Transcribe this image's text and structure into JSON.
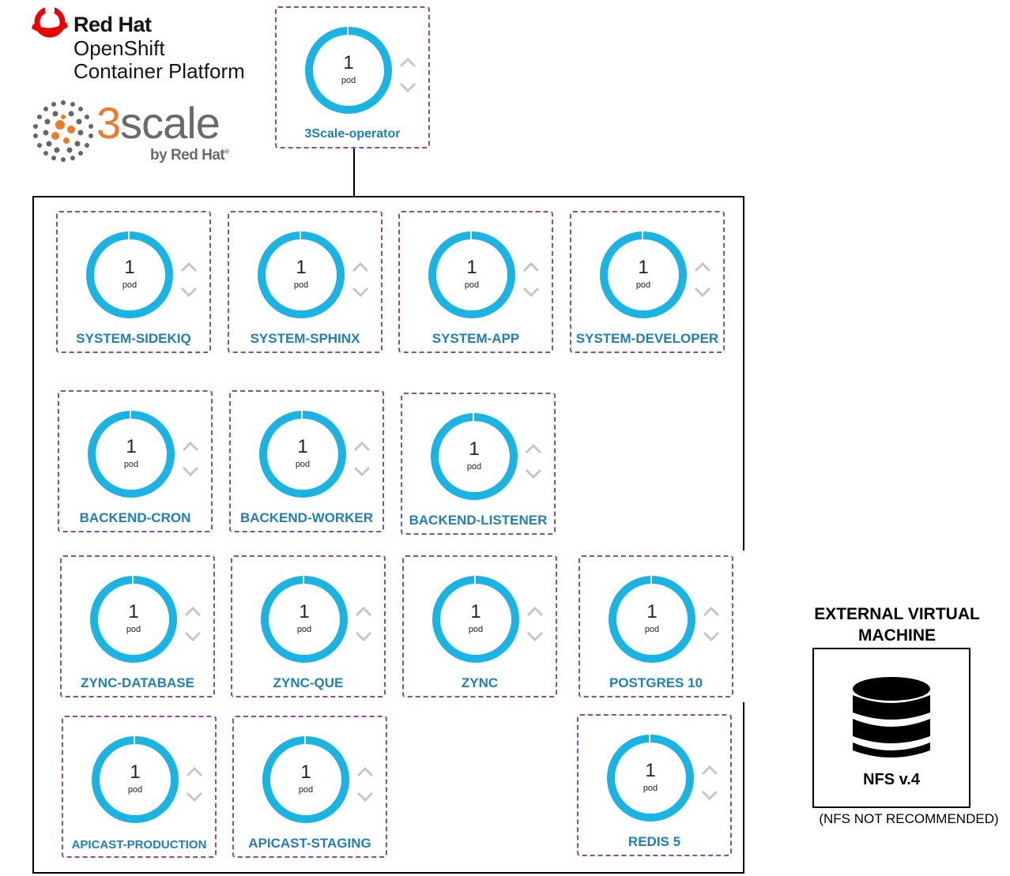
{
  "logos": {
    "redhat_brand": "Red Hat",
    "redhat_product_line1": "OpenShift",
    "redhat_product_line2": "Container Platform",
    "scale_word_prefix": "3",
    "scale_word_suffix": "scale",
    "scale_byline": "by Red Hat",
    "scale_reg": "®"
  },
  "colors": {
    "ring": "#19b4e3",
    "label": "#1f7fb8",
    "dashed_border": "#8e4b9c",
    "logo_red": "#ee0000",
    "logo_orange": "#ee7b22"
  },
  "operator": {
    "count": "1",
    "unit": "pod",
    "label": "3Scale-operator"
  },
  "pods": [
    {
      "count": "1",
      "unit": "pod",
      "label": "SYSTEM-SIDEKIQ"
    },
    {
      "count": "1",
      "unit": "pod",
      "label": "SYSTEM-SPHINX"
    },
    {
      "count": "1",
      "unit": "pod",
      "label": "SYSTEM-APP"
    },
    {
      "count": "1",
      "unit": "pod",
      "label": "SYSTEM-DEVELOPER"
    },
    {
      "count": "1",
      "unit": "pod",
      "label": "BACKEND-CRON"
    },
    {
      "count": "1",
      "unit": "pod",
      "label": "BACKEND-WORKER"
    },
    {
      "count": "1",
      "unit": "pod",
      "label": "BACKEND-LISTENER"
    },
    {
      "count": "1",
      "unit": "pod",
      "label": "ZYNC-DATABASE"
    },
    {
      "count": "1",
      "unit": "pod",
      "label": "ZYNC-QUE"
    },
    {
      "count": "1",
      "unit": "pod",
      "label": "ZYNC"
    },
    {
      "count": "1",
      "unit": "pod",
      "label": "POSTGRES 10"
    },
    {
      "count": "1",
      "unit": "pod",
      "label": "APICAST-PRODUCTION"
    },
    {
      "count": "1",
      "unit": "pod",
      "label": "APICAST-STAGING"
    },
    {
      "count": "1",
      "unit": "pod",
      "label": "REDIS 5"
    }
  ],
  "external": {
    "title_line1": "EXTERNAL VIRTUAL",
    "title_line2": "MACHINE",
    "storage_label": "NFS v.4",
    "note": "(NFS NOT RECOMMENDED)"
  }
}
